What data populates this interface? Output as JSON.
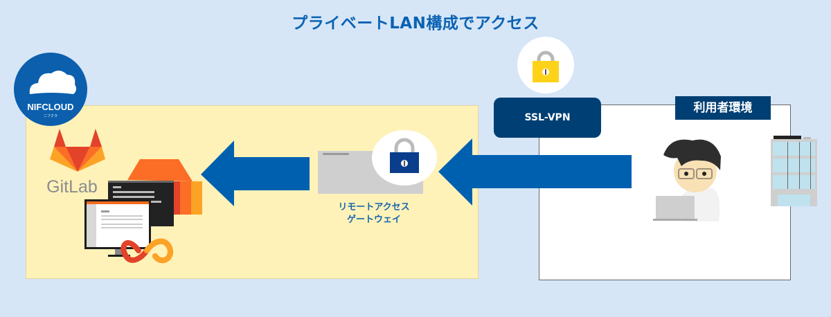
{
  "title": "プライベートLAN構成でアクセス",
  "cloud": {
    "brand_name": "NIFCLOUD",
    "brand_sub": "ニフクラ",
    "product_name": "GitLab",
    "brand_color": "#0b5fad",
    "zone_color": "#fff2b8"
  },
  "gateway": {
    "label_line1": "リモートアクセス",
    "label_line2": "ゲートウェイ"
  },
  "vpn": {
    "label": "SSL-VPN"
  },
  "user_env": {
    "label": "利用者環境"
  },
  "colors": {
    "arrow": "#0060b0",
    "dark_navy": "#003f73",
    "lock_yellow": "#ffd21a",
    "lock_blue": "#0a3e8c"
  },
  "flows": [
    {
      "from": "user-environment",
      "to": "remote-access-gateway",
      "direction": "left"
    },
    {
      "from": "remote-access-gateway",
      "to": "gitlab-server",
      "direction": "left"
    }
  ]
}
